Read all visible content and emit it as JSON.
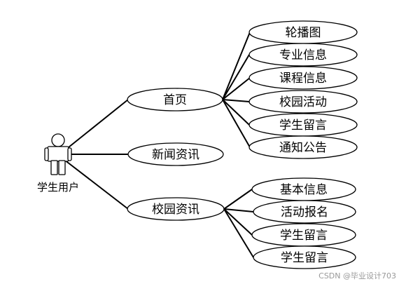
{
  "actor": {
    "label": "学生用户"
  },
  "use_cases": {
    "home": "首页",
    "news": "新闻资讯",
    "campus": "校园资讯"
  },
  "home_children": [
    "轮播图",
    "专业信息",
    "课程信息",
    "校园活动",
    "学生留言",
    "通知公告"
  ],
  "campus_children": [
    "基本信息",
    "活动报名",
    "学生留言",
    "学生留言"
  ],
  "watermark": "CSDN @毕业设计703"
}
